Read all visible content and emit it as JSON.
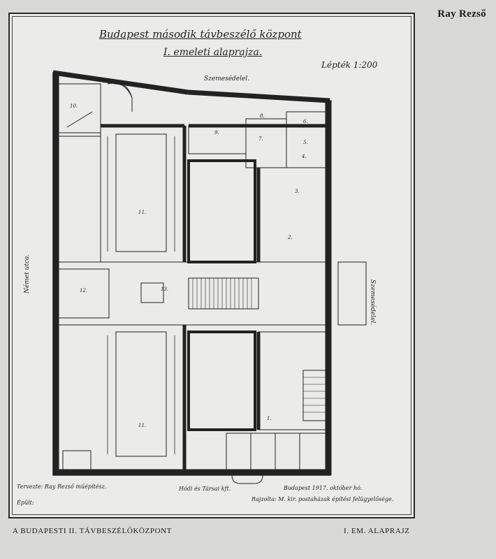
{
  "author": "Ray Rezső",
  "plan": {
    "title_line1": "Budapest második távbeszélő központ",
    "title_line2": "I. emeleti alaprajza.",
    "scale": "Lépték 1:200",
    "street_top": "Szemesédelel.",
    "street_right": "Szemesédelel.",
    "street_left": "Német utca.",
    "rooms": {
      "r10": "10.",
      "r9": "9.",
      "r8": "8.",
      "r7": "7.",
      "r6": "6.",
      "r5": "5.",
      "r4": "4.",
      "r3": "3.",
      "r2": "2.",
      "r1": "1.",
      "r11a": "11.",
      "r11b": "11.",
      "r12": "12.",
      "r13": "13."
    },
    "notes": {
      "tervezte": "Tervezte: Ray Rezső műépítész.",
      "epult": "Épült:",
      "mid": "Hódi és Társai kft.",
      "date": "Budapest 1917. október hó.",
      "rajzolta": "Rajzolta: M. kir. postaházak építési felügyelősége."
    }
  },
  "caption": {
    "left": "A BUDAPESTI II. TÁVBESZÉLŐKÖZPONT",
    "right": "I. EM. ALAPRAJZ"
  },
  "colors": {
    "paper": "#ebebea",
    "page": "#d9d9d6",
    "ink": "#1a1a1a"
  }
}
